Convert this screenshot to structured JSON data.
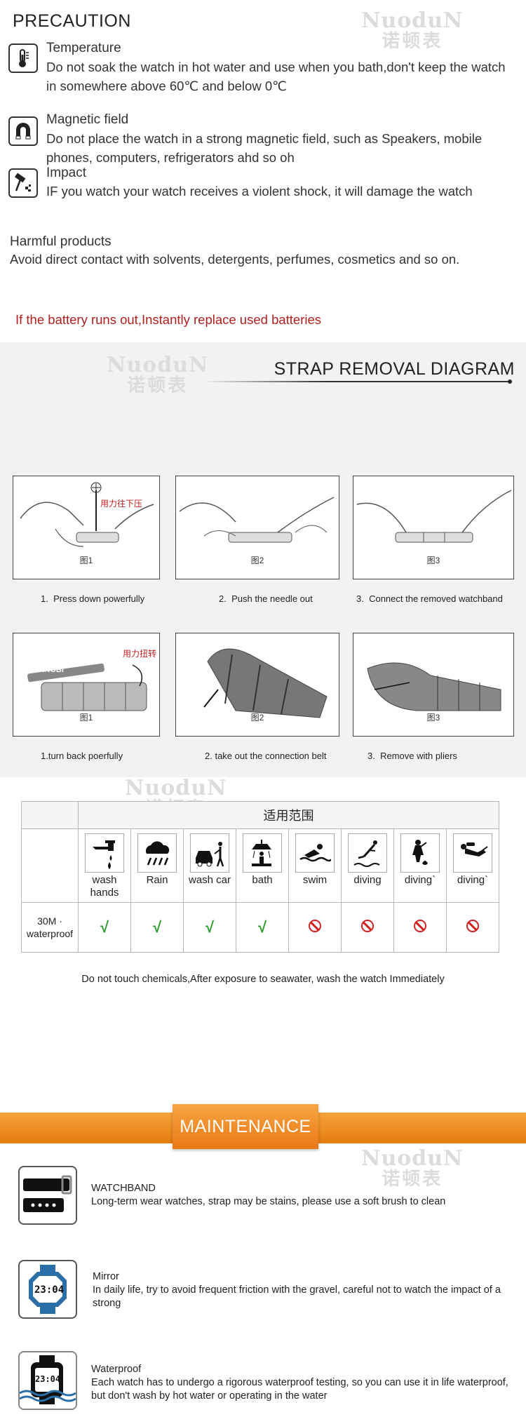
{
  "watermark": {
    "latin": "NuoduN",
    "cjk": "诺顿表"
  },
  "precaution": {
    "title": "PRECAUTION",
    "items": [
      {
        "icon": "thermometer-icon",
        "title": "Temperature",
        "text": "Do not soak the watch in hot water and use when you bath,don't keep the watch in somewhere above 60℃ and below 0℃"
      },
      {
        "icon": "magnet-icon",
        "title": "Magnetic field",
        "text": "Do not place the watch in a strong magnetic field, such as Speakers, mobile phones, computers, refrigerators ahd so oh"
      },
      {
        "icon": "hammer-icon",
        "title": "Impact",
        "text": "IF you watch your watch receives a violent shock, it will damage the watch"
      }
    ],
    "harmful": {
      "title": "Harmful products",
      "text": "Avoid direct contact with solvents, detergents, perfumes, cosmetics and so on."
    },
    "battery": "If the battery runs out,Instantly replace used batteries",
    "battery_color": "#b02020"
  },
  "strap": {
    "title": "STRAP REMOVAL DIAGRAM",
    "row1": [
      {
        "fig": "图1",
        "note": "用力往下压",
        "num": "1.",
        "caption": "Press down powerfully"
      },
      {
        "fig": "图2",
        "note": "",
        "num": "2.",
        "caption": "Push the needle out"
      },
      {
        "fig": "图3",
        "note": "",
        "num": "3.",
        "caption": "Connect the removed watchband"
      }
    ],
    "row2": [
      {
        "fig": "图1",
        "note": "用力扭转",
        "brand": "SINOBI",
        "num": "1.",
        "caption": "turn back poerfully"
      },
      {
        "fig": "图2",
        "note": "",
        "num": "2.",
        "caption": "take out the connection belt"
      },
      {
        "fig": "图3",
        "note": "",
        "num": "3.",
        "caption": "Remove with pliers"
      }
    ]
  },
  "range": {
    "header": "适用范围",
    "activities": [
      {
        "icon": "faucet-icon",
        "label": "wash hands"
      },
      {
        "icon": "rain-cloud-icon",
        "label": "Rain"
      },
      {
        "icon": "car-wash-icon",
        "label": "wash car"
      },
      {
        "icon": "shower-icon",
        "label": "bath"
      },
      {
        "icon": "swimmer-icon",
        "label": "swim"
      },
      {
        "icon": "diver-icon",
        "label": "diving"
      },
      {
        "icon": "deep-diver-icon",
        "label": "diving`"
      },
      {
        "icon": "scuba-diver-icon",
        "label": "diving`"
      }
    ],
    "row_label": "30M · waterproof",
    "status": [
      "yes",
      "yes",
      "yes",
      "yes",
      "no",
      "no",
      "no",
      "no"
    ],
    "check_color": "#2a9a2a",
    "no_color": "#d02020"
  },
  "chem_note": "Do not touch chemicals,After exposure to seawater, wash the watch Immediately",
  "maintenance": {
    "title": "MAINTENANCE",
    "accent": "#e97915",
    "items": [
      {
        "icon": "watchband-icon",
        "title": "WATCHBAND",
        "text": "Long-term wear watches, strap may be stains, please use a soft brush to clean"
      },
      {
        "icon": "mirror-watch-icon",
        "title": "Mirror",
        "text": "In daily life, try to avoid frequent friction with the gravel, careful not to watch the  impact of a strong",
        "time": "23:04"
      },
      {
        "icon": "waterproof-watch-icon",
        "title": "Waterproof",
        "text": "Each watch has to undergo a rigorous waterproof testing, so you can use it in life waterproof, but don't wash by hot water or operating in the water",
        "time": "23:04"
      }
    ]
  }
}
